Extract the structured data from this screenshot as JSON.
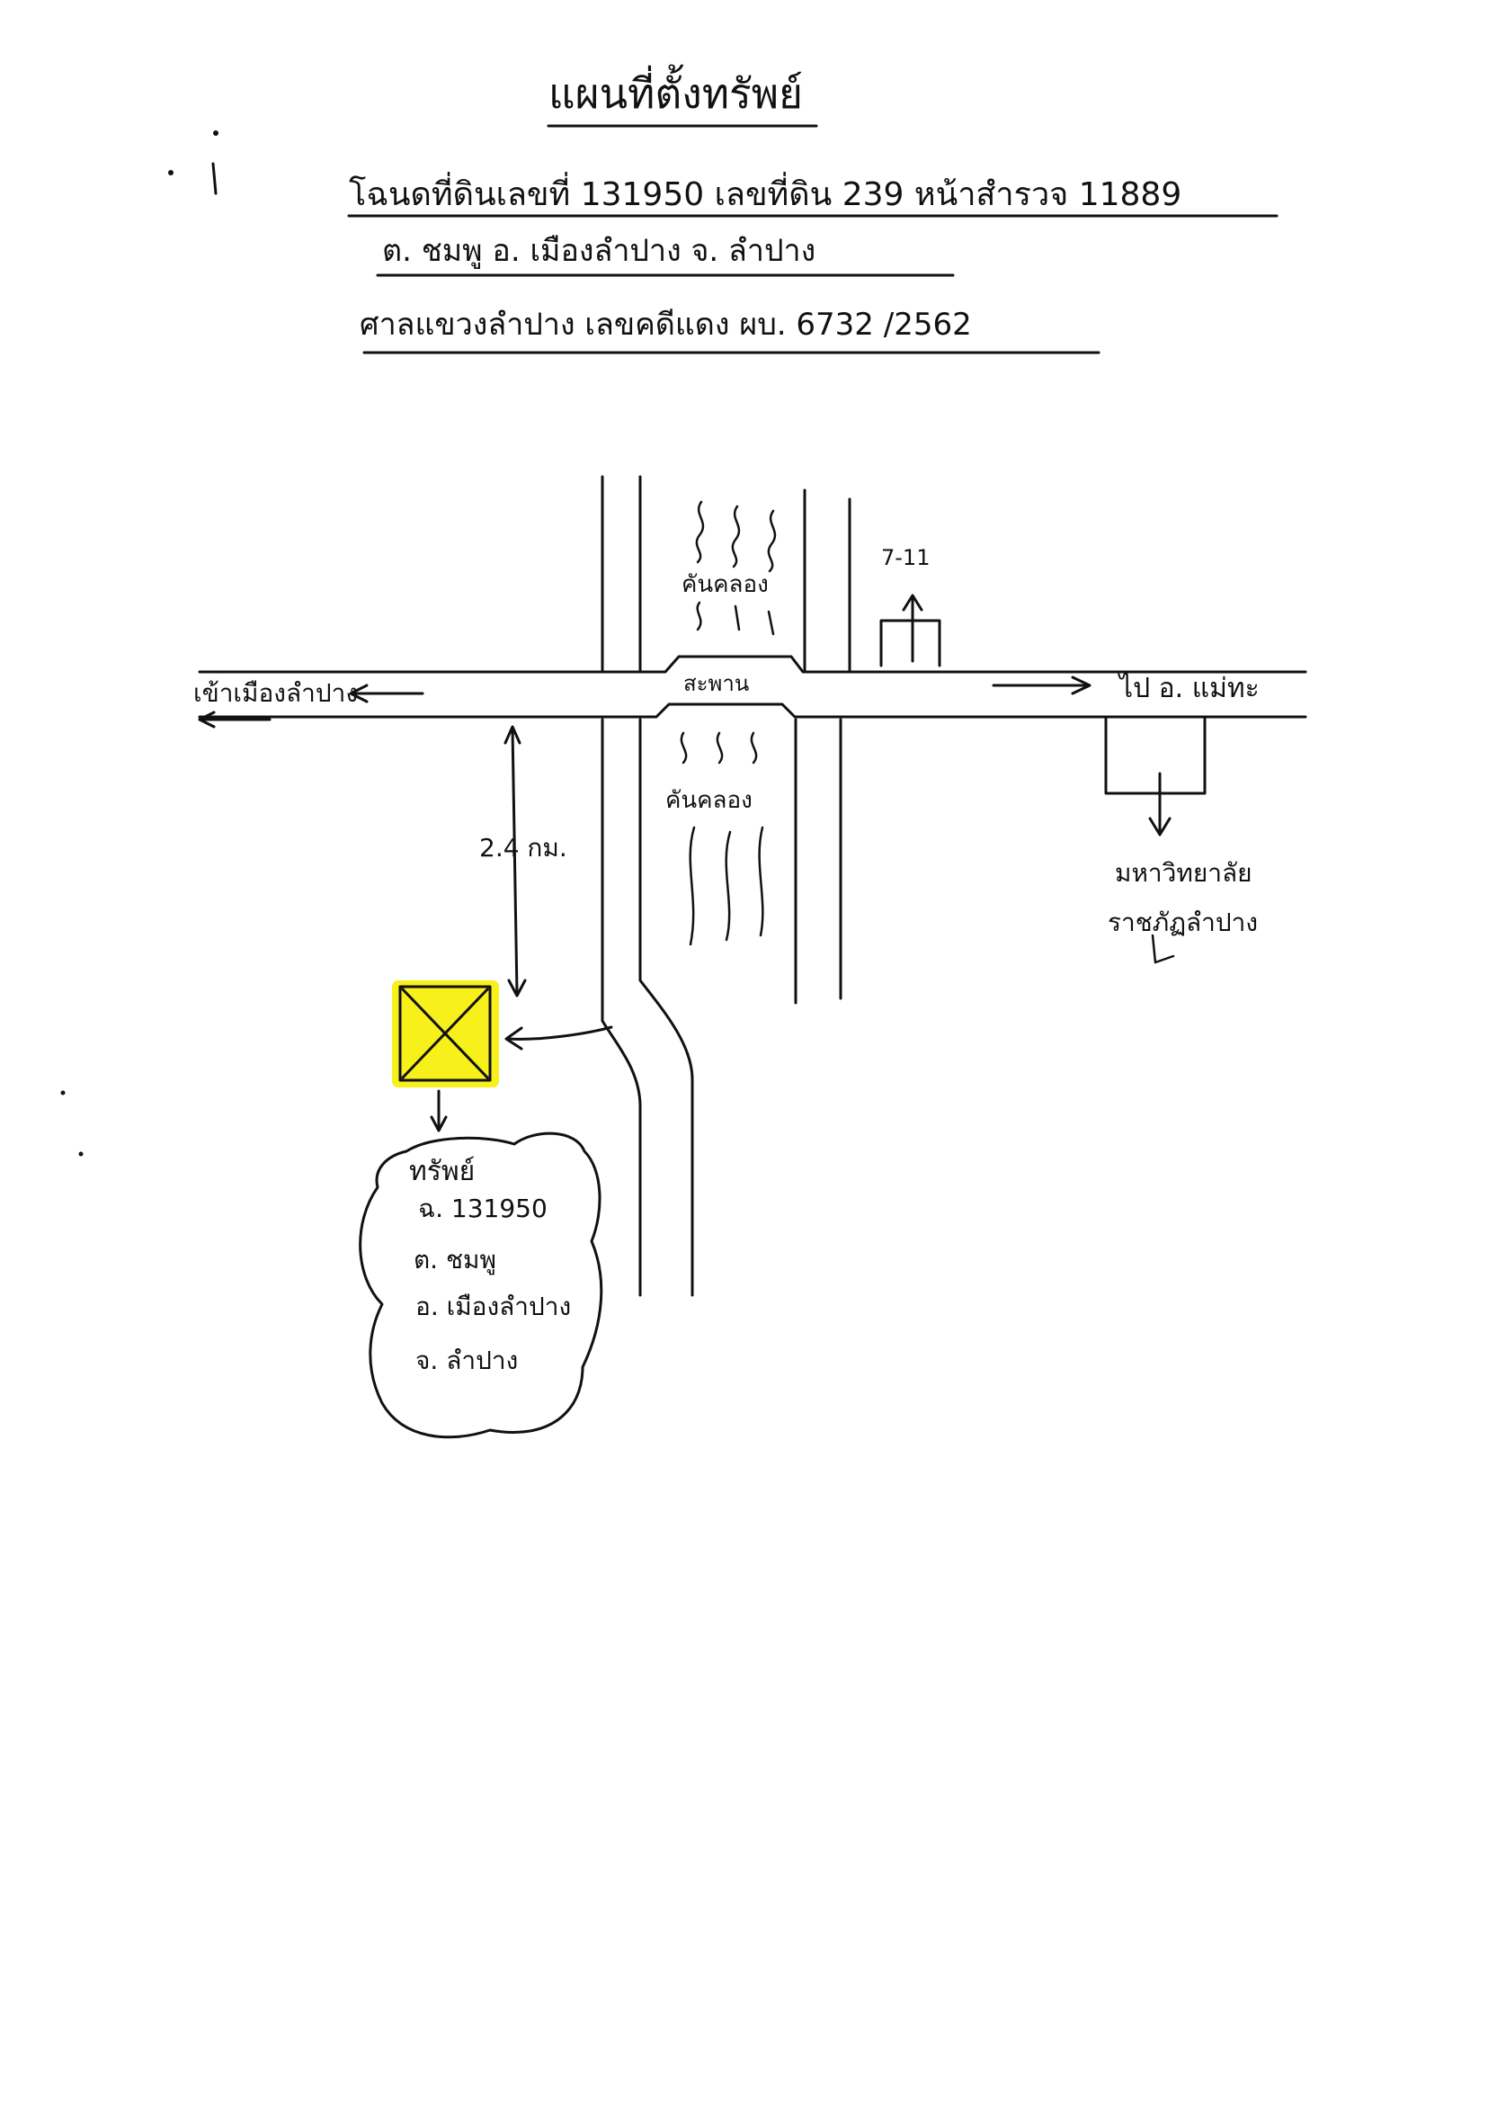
{
  "header": {
    "title": "แผนที่ตั้งทรัพย์",
    "line1": "โฉนดที่ดินเลขที่ 131950 เลขที่ดิน 239 หน้าสำรวจ 11889",
    "line2": "ต. ชมพู อ. เมืองลำปาง จ. ลำปาง",
    "line3": "ศาลแขวงลำปาง เลขคดีแดง ผบ. 6732 /2562"
  },
  "map": {
    "left_direction": "เข้าเมืองลำปาง",
    "right_direction": "ไป อ. แม่ทะ",
    "bridge": "สะพาน",
    "canal_top": "คันคลอง",
    "canal_bottom": "คันคลอง",
    "store": "7-11",
    "distance": "2.4 กม.",
    "university_line1": "มหาวิทยาลัย",
    "university_line2": "ราชภัฏลำปาง"
  },
  "property": {
    "heading": "ทรัพย์",
    "deed": "ฉ. 131950",
    "subdistrict": "ต. ชมพู",
    "district": "อ. เมืองลำปาง",
    "province": "จ. ลำปาง"
  },
  "colors": {
    "ink": "#111111",
    "highlight": "#f7f01a"
  }
}
